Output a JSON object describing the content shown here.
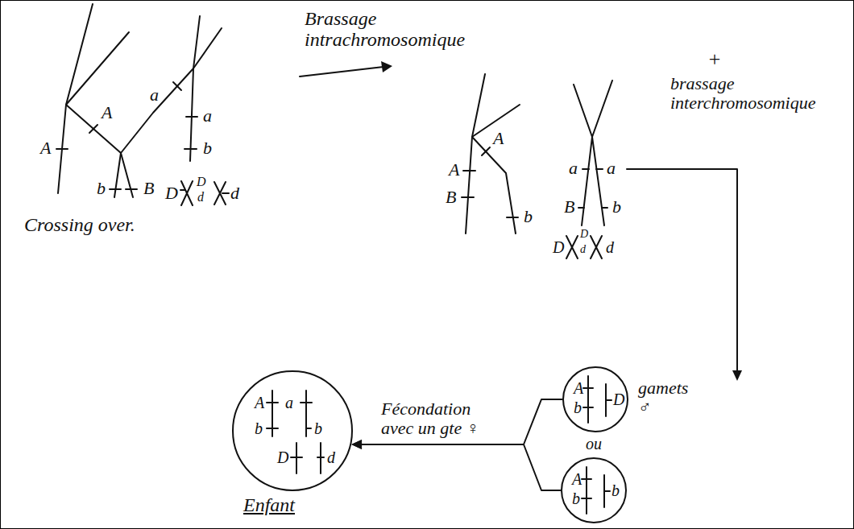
{
  "diagram": {
    "nodes": [
      {
        "text": [
          "A",
          "a",
          "b",
          "b",
          "D",
          "d",
          "Enfant"
        ]
      },
      {
        "text": [
          "A",
          "b",
          "D"
        ]
      },
      {
        "text": [
          "A",
          "b",
          "b"
        ]
      }
    ],
    "edges": [
      {
        "from": 1,
        "to": 0,
        "arrow": "to",
        "label": "Fécondation avec un gte ♀"
      },
      {
        "from": 2,
        "to": 0,
        "arrow": "to"
      }
    ],
    "labels": [
      "Brassage intrachromosomique",
      "Crossing over.",
      "+",
      "brassage interchromosomique",
      "ou",
      "gamets ♂",
      "A",
      "A",
      "a",
      "a",
      "b",
      "B",
      "b",
      "D",
      "D",
      "d",
      "d",
      "A",
      "A",
      "B",
      "b",
      "a",
      "a",
      "B",
      "b",
      "D",
      "D",
      "d",
      "d"
    ]
  }
}
